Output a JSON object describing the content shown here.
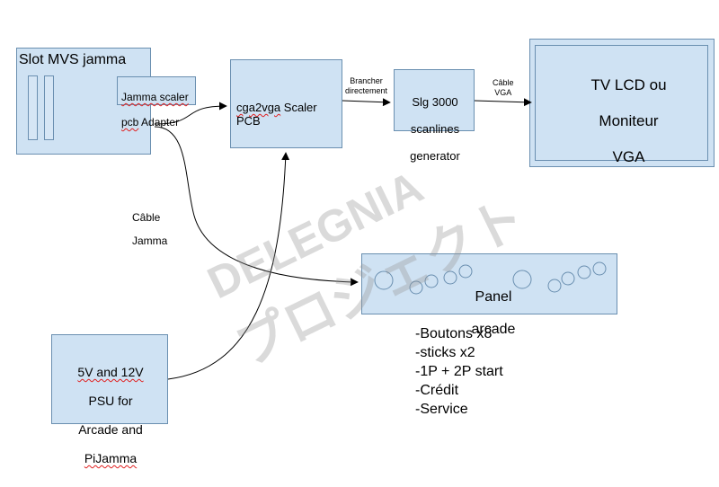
{
  "slot": {
    "title": "Slot MVS jamma"
  },
  "adapter": {
    "line1": "Jamma scaler",
    "line2_a": "pcb",
    "line2_b": " Adapter"
  },
  "scaler": {
    "a": "cga2vga",
    "b": " Scaler PCB"
  },
  "slg": {
    "line1": "Slg 3000",
    "line2": "scanlines",
    "line3": "generator"
  },
  "tv": {
    "line1": "TV LCD ou",
    "line2": "Moniteur",
    "line3": "VGA"
  },
  "panel": {
    "line1": "Panel",
    "line2": "arcade"
  },
  "psu": {
    "line1": "5V and 12V",
    "line2": "PSU for",
    "line3": "Arcade and",
    "line4": "PiJamma"
  },
  "edges": {
    "brancher": "Brancher\ndirectement",
    "cable_vga": "Câble\nVGA",
    "cable_jamma_1": "Câble",
    "cable_jamma_2": "Jamma"
  },
  "features": [
    "-Boutons x8",
    "-sticks x2",
    "-1P + 2P start",
    "-Crédit",
    "-Service"
  ],
  "watermark": {
    "line1": "DELEGNIA",
    "line2": "プロジェクト"
  },
  "colors": {
    "box_fill": "#cfe2f3",
    "box_border": "#6a8fb0",
    "spellcheck": "#e02020"
  }
}
